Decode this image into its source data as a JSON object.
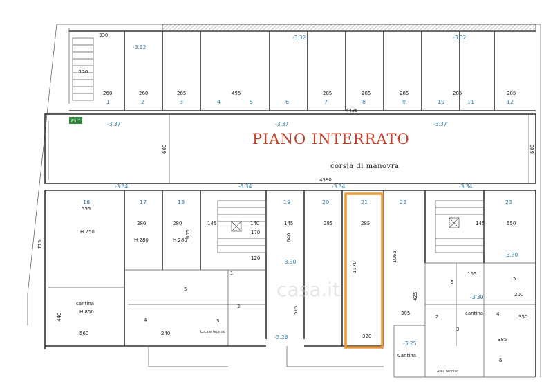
{
  "plan": {
    "title": "PIANO INTERRATO",
    "subtitle": "corsia di manovra",
    "exit_sign": "EXIT",
    "watermark": "casa.it",
    "level_markers": [
      "-3.32",
      "-3.32",
      "-3.32",
      "-3.37",
      "-3.37",
      "-3.37",
      "-3.34",
      "-3.34",
      "-3.34",
      "-3.34",
      "-3.30",
      "-3.30",
      "-3.30",
      "-3.25",
      "-3.26"
    ],
    "bay_numbers_top": [
      "1",
      "2",
      "3",
      "4",
      "5",
      "6",
      "7",
      "8",
      "9",
      "10",
      "11",
      "12"
    ],
    "bay_numbers_bottom": [
      "16",
      "17",
      "18",
      "19",
      "20",
      "21",
      "22",
      "23"
    ],
    "top_widths": [
      "260",
      "260",
      "285",
      "495",
      "285",
      "285",
      "285",
      "285",
      "285"
    ],
    "bottom_widths": [
      "280",
      "280",
      "145",
      "140",
      "145",
      "285",
      "145",
      "285",
      "550"
    ],
    "dimensions": {
      "total_length": "4435",
      "aisle_depth": "600",
      "aisle_depth_right": "600",
      "aisle_length_lower": "4380",
      "left_depth": "715",
      "left_depth2": "440",
      "stair_w": "330",
      "stair_d": "120",
      "width_555": "555",
      "width_560": "560",
      "h_605": "605",
      "h_640": "640",
      "h_515": "515",
      "h_1170": "1170",
      "h_1065": "1065",
      "w_170": "170",
      "w_120": "120",
      "w_320": "320",
      "w_305": "305",
      "w_350": "350",
      "w_385": "385",
      "w_425": "425",
      "w_200": "200",
      "w_240": "240",
      "w_165": "165"
    },
    "rooms": {
      "cantina_left": "cantina",
      "cantina_left_h": "H 850",
      "box16_h": "H 250",
      "box17_h": "H 280",
      "box18_h": "H 280",
      "cantina_right": "cantina",
      "cantina_bottom": "Cantina",
      "locale_tecnico": "Locale tecnico",
      "area_tecnico": "Area tecnico",
      "cell_nums": [
        "5",
        "1",
        "2",
        "3",
        "4",
        "5",
        "4",
        "3",
        "5",
        "2",
        "6"
      ]
    },
    "colors": {
      "highlight": "#e89a3c",
      "title": "#c8402a",
      "blue_labels": "#2f7fb0",
      "level_marker": "#d0524a"
    }
  }
}
